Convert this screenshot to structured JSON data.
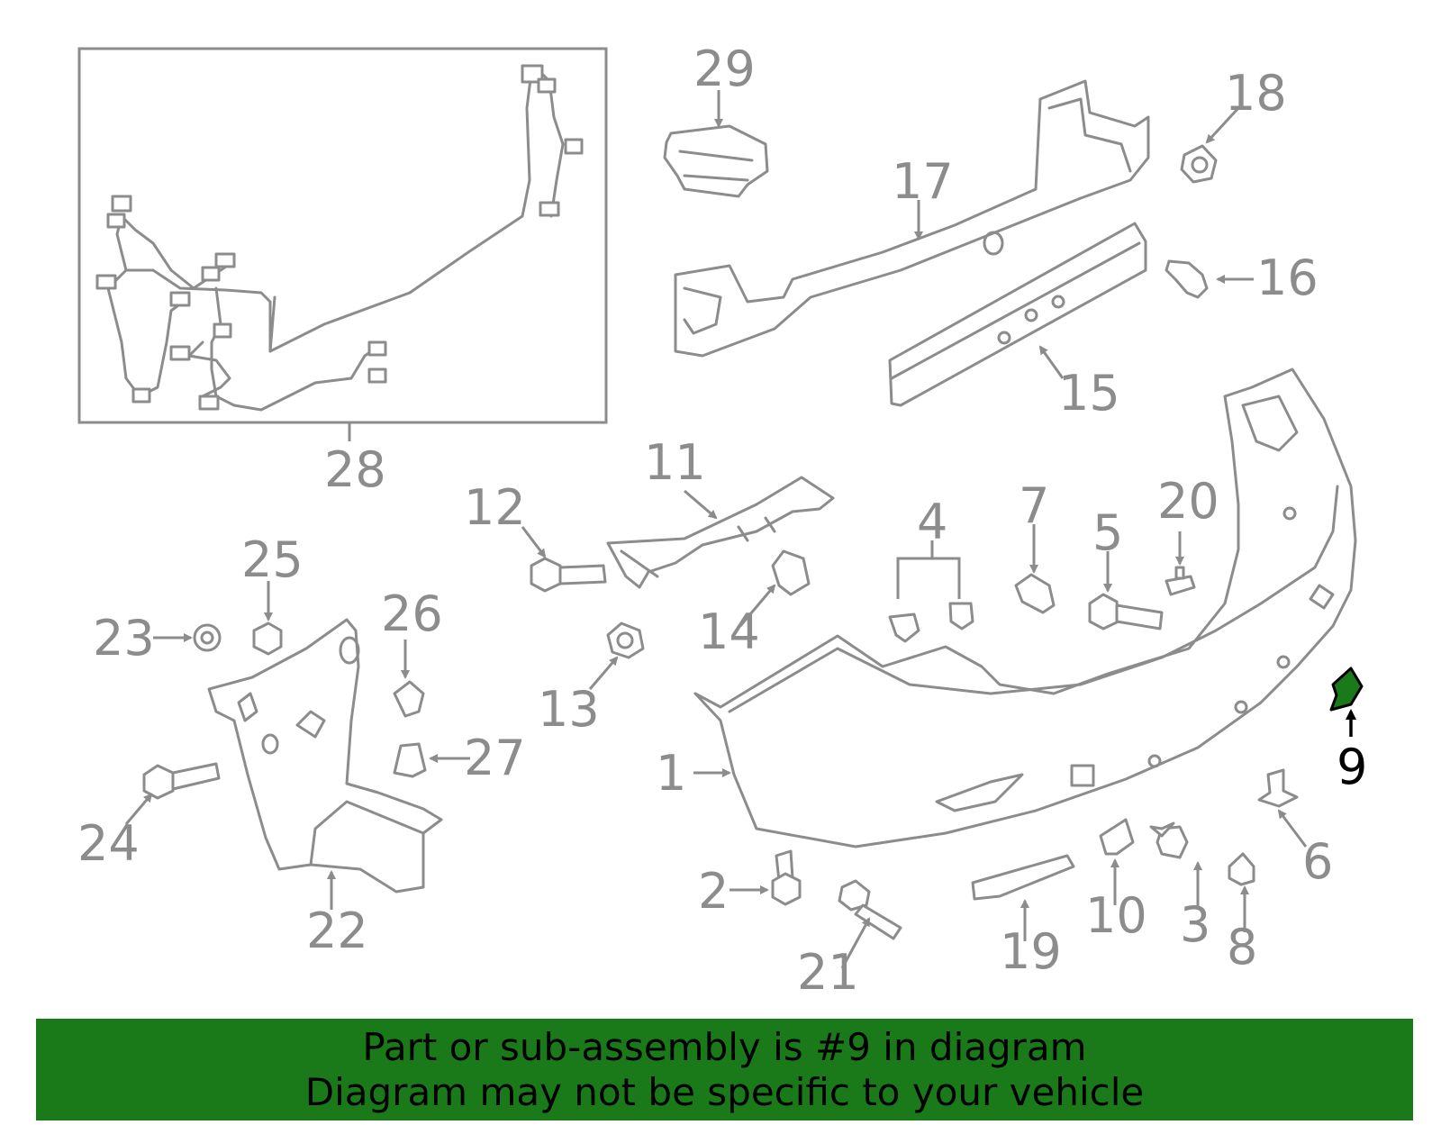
{
  "diagram": {
    "callouts": {
      "c1": "1",
      "c2": "2",
      "c3": "3",
      "c4": "4",
      "c5": "5",
      "c6": "6",
      "c7": "7",
      "c8": "8",
      "c9": "9",
      "c10": "10",
      "c11": "11",
      "c12": "12",
      "c13": "13",
      "c14": "14",
      "c15": "15",
      "c16": "16",
      "c17": "17",
      "c18": "18",
      "c19": "19",
      "c20": "20",
      "c21": "21",
      "c22": "22",
      "c23": "23",
      "c24": "24",
      "c25": "25",
      "c26": "26",
      "c27": "27",
      "c28": "28",
      "c29": "29"
    },
    "highlight_part": "9",
    "colors": {
      "line": "#8c8c8c",
      "highlight_fill": "#1a7a1a",
      "banner": "#1a7a1a"
    }
  },
  "banner": {
    "line1": "Part or sub-assembly is #9 in diagram",
    "line2": "Diagram may not be specific to your vehicle"
  }
}
